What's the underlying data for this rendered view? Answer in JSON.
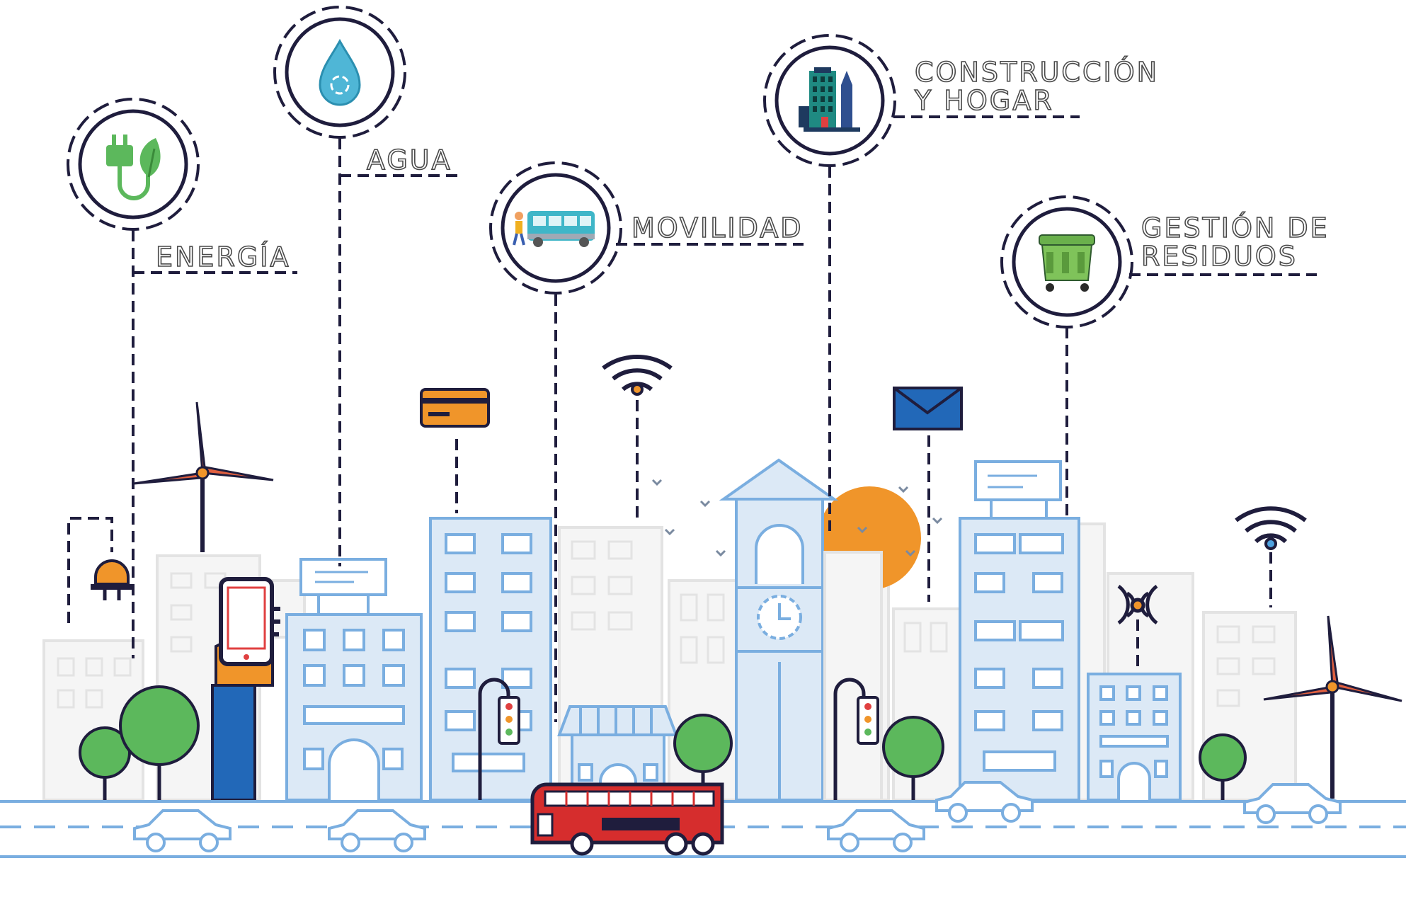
{
  "categories": [
    {
      "id": "energia",
      "label": "ENERGÍA",
      "icon": "plug-leaf-icon"
    },
    {
      "id": "agua",
      "label": "AGUA",
      "icon": "water-drop-icon"
    },
    {
      "id": "movilidad",
      "label": "MOVILIDAD",
      "icon": "bus-icon"
    },
    {
      "id": "construccion",
      "label_lines": [
        "CONSTRUCCIÓN",
        "Y HOGAR"
      ],
      "icon": "buildings-icon"
    },
    {
      "id": "residuos",
      "label_lines": [
        "GESTIÓN DE",
        "RESIDUOS"
      ],
      "icon": "waste-container-icon"
    }
  ],
  "colors": {
    "outline": "#1f1d3d",
    "building_blue": "#dce9f6",
    "building_stroke": "#7aaee0",
    "faded_building": "#eeeeee",
    "tree_green": "#5cb85c",
    "bus_red": "#d62d2d",
    "sun_orange": "#f0952a",
    "road_blue": "#7aaee0"
  }
}
